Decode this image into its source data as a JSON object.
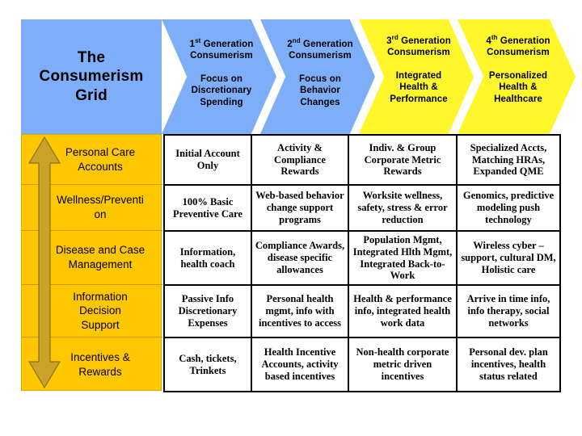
{
  "slide": {
    "title_line1": "The",
    "title_line2": "Consumerism",
    "title_line3": "Grid"
  },
  "colors": {
    "header_blue": "#7FAEF9",
    "header_yellow": "#FFF62B",
    "sidebar_yellow": "#FFC700",
    "arrow_gold": "#C9A227",
    "grid_border": "#000000",
    "text": "#000000"
  },
  "header": {
    "chevrons": [
      {
        "id": "generation-1",
        "fill": "blue",
        "ordinal": "1",
        "ordinal_suffix": "st",
        "title_rest": " Generation",
        "title_line2": "Consumerism",
        "focus_line1": "Focus on",
        "focus_line2": "Discretionary",
        "focus_line3": "Spending"
      },
      {
        "id": "generation-2",
        "fill": "blue",
        "ordinal": "2",
        "ordinal_suffix": "nd",
        "title_rest": " Generation",
        "title_line2": "Consumerism",
        "focus_line1": "Focus on",
        "focus_line2": "Behavior",
        "focus_line3": "Changes"
      },
      {
        "id": "generation-3",
        "fill": "yellow",
        "ordinal": "3",
        "ordinal_suffix": "rd",
        "title_rest": " Generation",
        "title_line2": "Consumerism",
        "focus_line1": "Integrated",
        "focus_line2": "Health &",
        "focus_line3": "Performance"
      },
      {
        "id": "generation-4",
        "fill": "yellow",
        "ordinal": "4",
        "ordinal_suffix": "th",
        "title_rest": " Generation",
        "title_line2": "Consumerism",
        "focus_line1": "Personalized",
        "focus_line2": "Health &",
        "focus_line3": "Healthcare"
      }
    ]
  },
  "sidebar": {
    "arrow_icon": "double-headed-vertical-arrow",
    "rows": [
      {
        "id": "personal-care-accounts",
        "line1": "Personal Care",
        "line2": "Accounts"
      },
      {
        "id": "wellness-prevention",
        "line1": "Wellness/Preventi",
        "line2": "on"
      },
      {
        "id": "disease-case-management",
        "line1": "Disease and Case",
        "line2": "Management"
      },
      {
        "id": "information-decision-support",
        "line1": "Information",
        "line2": "Decision",
        "line3": "Support"
      },
      {
        "id": "incentives-rewards",
        "line1": "Incentives &",
        "line2": "Rewards"
      }
    ]
  },
  "grid": {
    "columns": [
      "generation-1",
      "generation-2",
      "generation-3",
      "generation-4"
    ],
    "rows": [
      {
        "id": "personal-care-accounts",
        "cells": [
          "Initial Account Only",
          "Activity & Compliance Rewards",
          "Indiv. & Group Corporate Metric Rewards",
          "Specialized Accts, Matching HRAs, Expanded QME"
        ]
      },
      {
        "id": "wellness-prevention",
        "cells": [
          "100% Basic Preventive Care",
          "Web-based behavior change support programs",
          "Worksite wellness, safety, stress & error reduction",
          "Genomics, predictive modeling push technology"
        ]
      },
      {
        "id": "disease-case-management",
        "cells": [
          "Information, health coach",
          "Compliance Awards, disease specific allowances",
          "Population Mgmt, Integrated Hlth Mgmt, Integrated Back-to-Work",
          "Wireless cyber – support, cultural DM, Holistic care"
        ]
      },
      {
        "id": "information-decision-support",
        "cells": [
          "Passive Info Discretionary Expenses",
          "Personal health mgmt, info with incentives to access",
          "Health & performance info, integrated health work data",
          "Arrive in time info, info therapy, social networks"
        ]
      },
      {
        "id": "incentives-rewards",
        "cells": [
          "Cash, tickets, Trinkets",
          "Health Incentive Accounts, activity based incentives",
          "Non-health corporate metric driven incentives",
          "Personal dev. plan incentives, health status related"
        ]
      }
    ]
  }
}
